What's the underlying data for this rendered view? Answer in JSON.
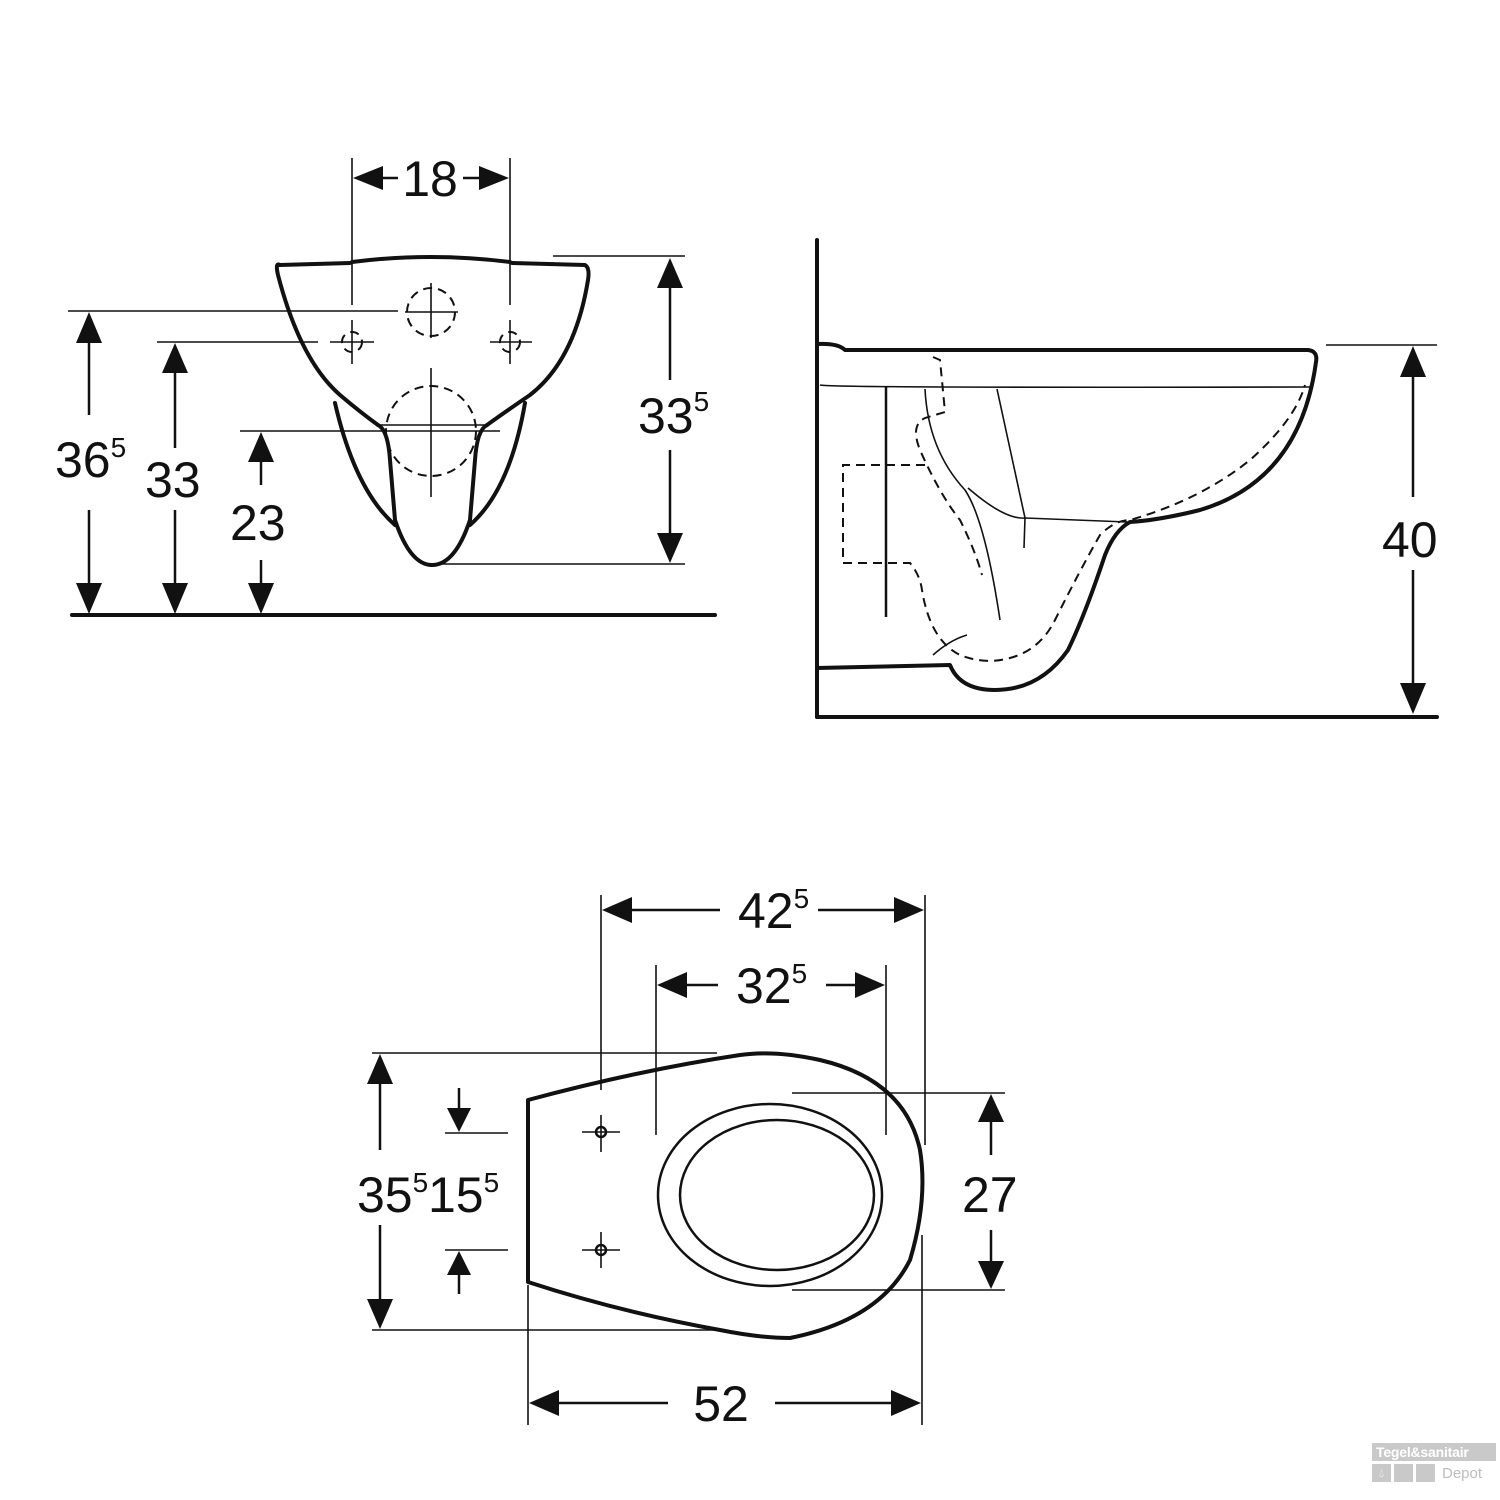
{
  "front_view": {
    "width_label": "18",
    "height_labels": [
      {
        "main": "36",
        "sup": "5"
      },
      {
        "main": "33",
        "sup": ""
      },
      {
        "main": "23",
        "sup": ""
      }
    ],
    "bowl_height_label": {
      "main": "33",
      "sup": "5"
    }
  },
  "side_view": {
    "height_label": "40"
  },
  "top_view": {
    "outer_width_label": {
      "main": "42",
      "sup": "5"
    },
    "inner_width_label": {
      "main": "32",
      "sup": "5"
    },
    "total_depth_label": "52",
    "total_width_label": {
      "main": "35",
      "sup": "5"
    },
    "bolt_spacing_label": {
      "main": "15",
      "sup": "5"
    },
    "seat_label": "27"
  },
  "watermark": {
    "line1": "Tegel&sanitair",
    "line2": "Depot",
    "icon": "water-drop-icon"
  }
}
